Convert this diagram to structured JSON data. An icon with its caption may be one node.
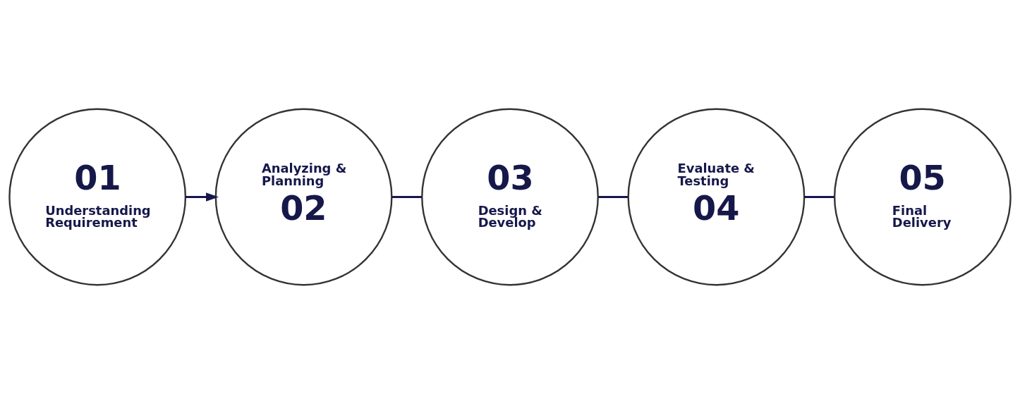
{
  "diagram": {
    "nodes": [
      {
        "text": [
          "01",
          "Understanding Requirement"
        ]
      },
      {
        "text": [
          "Analyzing & Planning",
          "02"
        ]
      },
      {
        "text": [
          "03",
          "Design & Develop"
        ]
      },
      {
        "text": [
          "Evaluate & Testing",
          "04"
        ]
      },
      {
        "text": [
          "05",
          "Final Delivery"
        ]
      }
    ],
    "edges": [
      {
        "from": 0,
        "to": 1,
        "arrow": "to"
      },
      {
        "from": 1,
        "to": 2,
        "arrow": "none"
      },
      {
        "from": 2,
        "to": 3,
        "arrow": "none"
      },
      {
        "from": 3,
        "to": 4,
        "arrow": "none"
      }
    ]
  }
}
